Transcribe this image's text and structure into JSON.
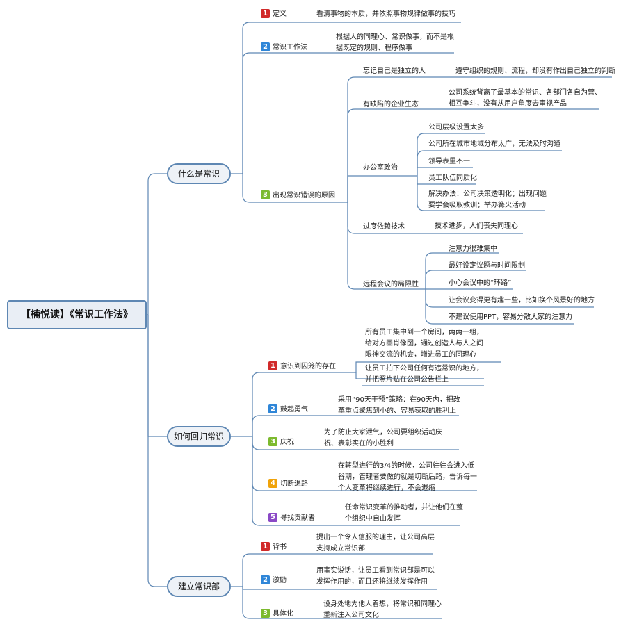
{
  "root": "【楠悦读】《常识工作法》",
  "branches": [
    {
      "title": "什么是常识",
      "items": [
        {
          "badge": "1",
          "color": "#d12a2a",
          "label": "定义",
          "lines": [
            "看清事物的本质，并依照事物规律做事的技巧"
          ]
        },
        {
          "badge": "2",
          "color": "#2f86d8",
          "label": "常识工作法",
          "lines": [
            "根据人的同理心、常识做事，而不是根",
            "据既定的规则、程序做事"
          ]
        },
        {
          "badge": "3",
          "color": "#7cba2e",
          "label": "出现常识错误的原因",
          "subs": [
            {
              "label": "忘记自己是独立的人",
              "leaves": [
                [
                  "遵守组织的规则、流程，却没有作出自己独立的判断"
                ]
              ]
            },
            {
              "label": "有缺陷的企业生态",
              "leaves": [
                [
                  "公司系统背离了最基本的常识、各部门各自为营、",
                  "相互争斗，没有从用户角度去审视产品"
                ]
              ]
            },
            {
              "label": "办公室政治",
              "leaves": [
                [
                  "公司层级设置太多"
                ],
                [
                  "公司所在城市地域分布太广，无法及时沟通"
                ],
                [
                  "领导表里不一"
                ],
                [
                  "员工队伍同质化"
                ],
                [
                  "解决办法：公司决策透明化；出现问题",
                  "要学会吸取教训；举办篝火活动"
                ]
              ]
            },
            {
              "label": "过度依赖技术",
              "leaves": [
                [
                  "技术进步，人们丧失同理心"
                ]
              ]
            },
            {
              "label": "远程会议的局限性",
              "leaves": [
                [
                  "注意力很难集中"
                ],
                [
                  "最好设定议题与时间限制"
                ],
                [
                  "小心会议中的“环路”"
                ],
                [
                  "让会议变得更有趣一些，比如换个风景好的地方"
                ],
                [
                  "不建议使用PPT，容易分散大家的注意力"
                ]
              ]
            }
          ]
        }
      ]
    },
    {
      "title": "如何回归常识",
      "items": [
        {
          "badge": "1",
          "color": "#d12a2a",
          "label": "意识到囚笼的存在",
          "leaves": [
            [
              "所有员工集中到一个房间，两两一组，",
              "给对方画肖像图，通过创造人与人之间",
              "眼神交流的机会，增进员工的同理心"
            ],
            [
              "让员工拍下公司任何有违常识的地方，",
              "并把照片贴在公司公告栏上"
            ]
          ]
        },
        {
          "badge": "2",
          "color": "#2f86d8",
          "label": "鼓起勇气",
          "lines": [
            "采用“90天干预”策略：在90天内，把改",
            "革重点聚焦到小的、容易获取的胜利上"
          ]
        },
        {
          "badge": "3",
          "color": "#7cba2e",
          "label": "庆祝",
          "lines": [
            "为了防止大家泄气，公司要组织活动庆",
            "祝、表彰实在的小胜利"
          ]
        },
        {
          "badge": "4",
          "color": "#f0a30a",
          "label": "切断退路",
          "lines": [
            "在转型进行的3/4的时候，公司往往会进入低",
            "谷期，管理者要做的就是切断后路，告诉每一",
            "个人变革将继续进行，不会退缩"
          ]
        },
        {
          "badge": "5",
          "color": "#8a49c6",
          "label": "寻找贡献者",
          "lines": [
            "任命常识变革的推动者，并让他们在整",
            "个组织中自由发挥"
          ]
        }
      ]
    },
    {
      "title": "建立常识部",
      "items": [
        {
          "badge": "1",
          "color": "#d12a2a",
          "label": "背书",
          "lines": [
            "提出一个令人信服的理由，让公司高层",
            "支持成立常识部"
          ]
        },
        {
          "badge": "2",
          "color": "#2f86d8",
          "label": "激励",
          "lines": [
            "用事实说话，让员工看到常识部是可以",
            "发挥作用的，而且还将继续发挥作用"
          ]
        },
        {
          "badge": "3",
          "color": "#7cba2e",
          "label": "具体化",
          "lines": [
            "设身处地为他人着想，将常识和同理心",
            "重新注入公司文化"
          ]
        }
      ]
    }
  ]
}
